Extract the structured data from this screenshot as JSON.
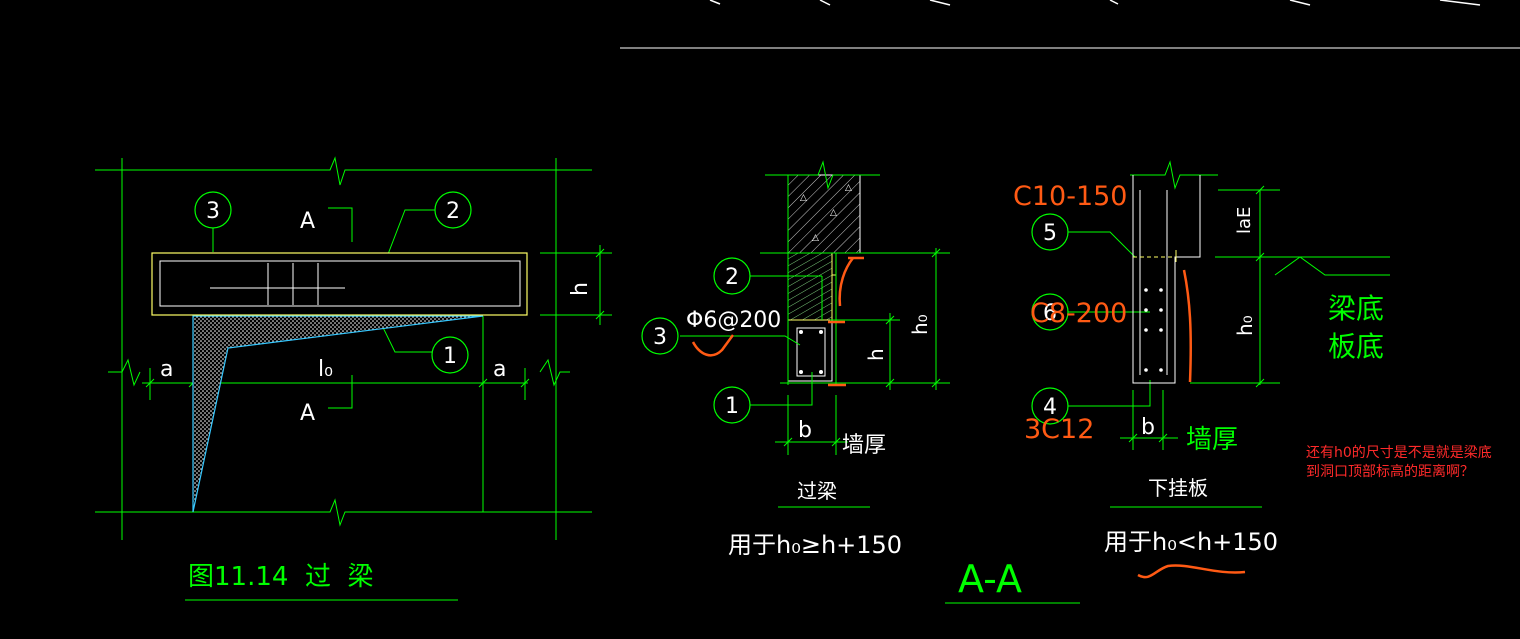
{
  "colors": {
    "background": "#000000",
    "line_green": "#00ff00",
    "line_white": "#ffffff",
    "text_white": "#ffffff",
    "annotation_orange": "#ff5a14",
    "hatch_cyan": "#36c8ff",
    "note_red": "#ff2a2a",
    "concrete_gray": "#b0b0b0"
  },
  "figure_1": {
    "caption": "图11.14  过  梁",
    "section_mark_top": "A",
    "section_mark_bottom": "A",
    "callouts": [
      "3",
      "2",
      "1"
    ],
    "dim_height": "h",
    "dim_left_support": "a",
    "dim_span": "l₀",
    "dim_right_support": "a"
  },
  "figure_2": {
    "title": "过梁",
    "subtitle": "用于h₀≥h+150",
    "callouts": [
      "2",
      "3",
      "1"
    ],
    "stirrup_annotation": "Φ6@200",
    "dim_beam_height": "h",
    "dim_clear": "h₀",
    "dim_width": "b",
    "wall_thickness_label": "墙厚"
  },
  "figure_3": {
    "title": "下挂板",
    "subtitle": "用于h₀<h+150",
    "callouts": [
      "5",
      "6",
      "4"
    ],
    "top_bars_annotation": "C10-150",
    "middle_bars_annotation": "C8-200",
    "bottom_bars_annotation": "3C12",
    "dim_anchor": "laE",
    "dim_clear": "h₀",
    "dim_width": "b",
    "wall_thickness_label": "墙厚",
    "beam_bottom_label": "梁底",
    "slab_bottom_label": "板底"
  },
  "section_title": "A-A",
  "question_note": {
    "line1": "还有h0的尺寸是不是就是梁底",
    "line2": "到洞口顶部标高的距离啊？"
  }
}
